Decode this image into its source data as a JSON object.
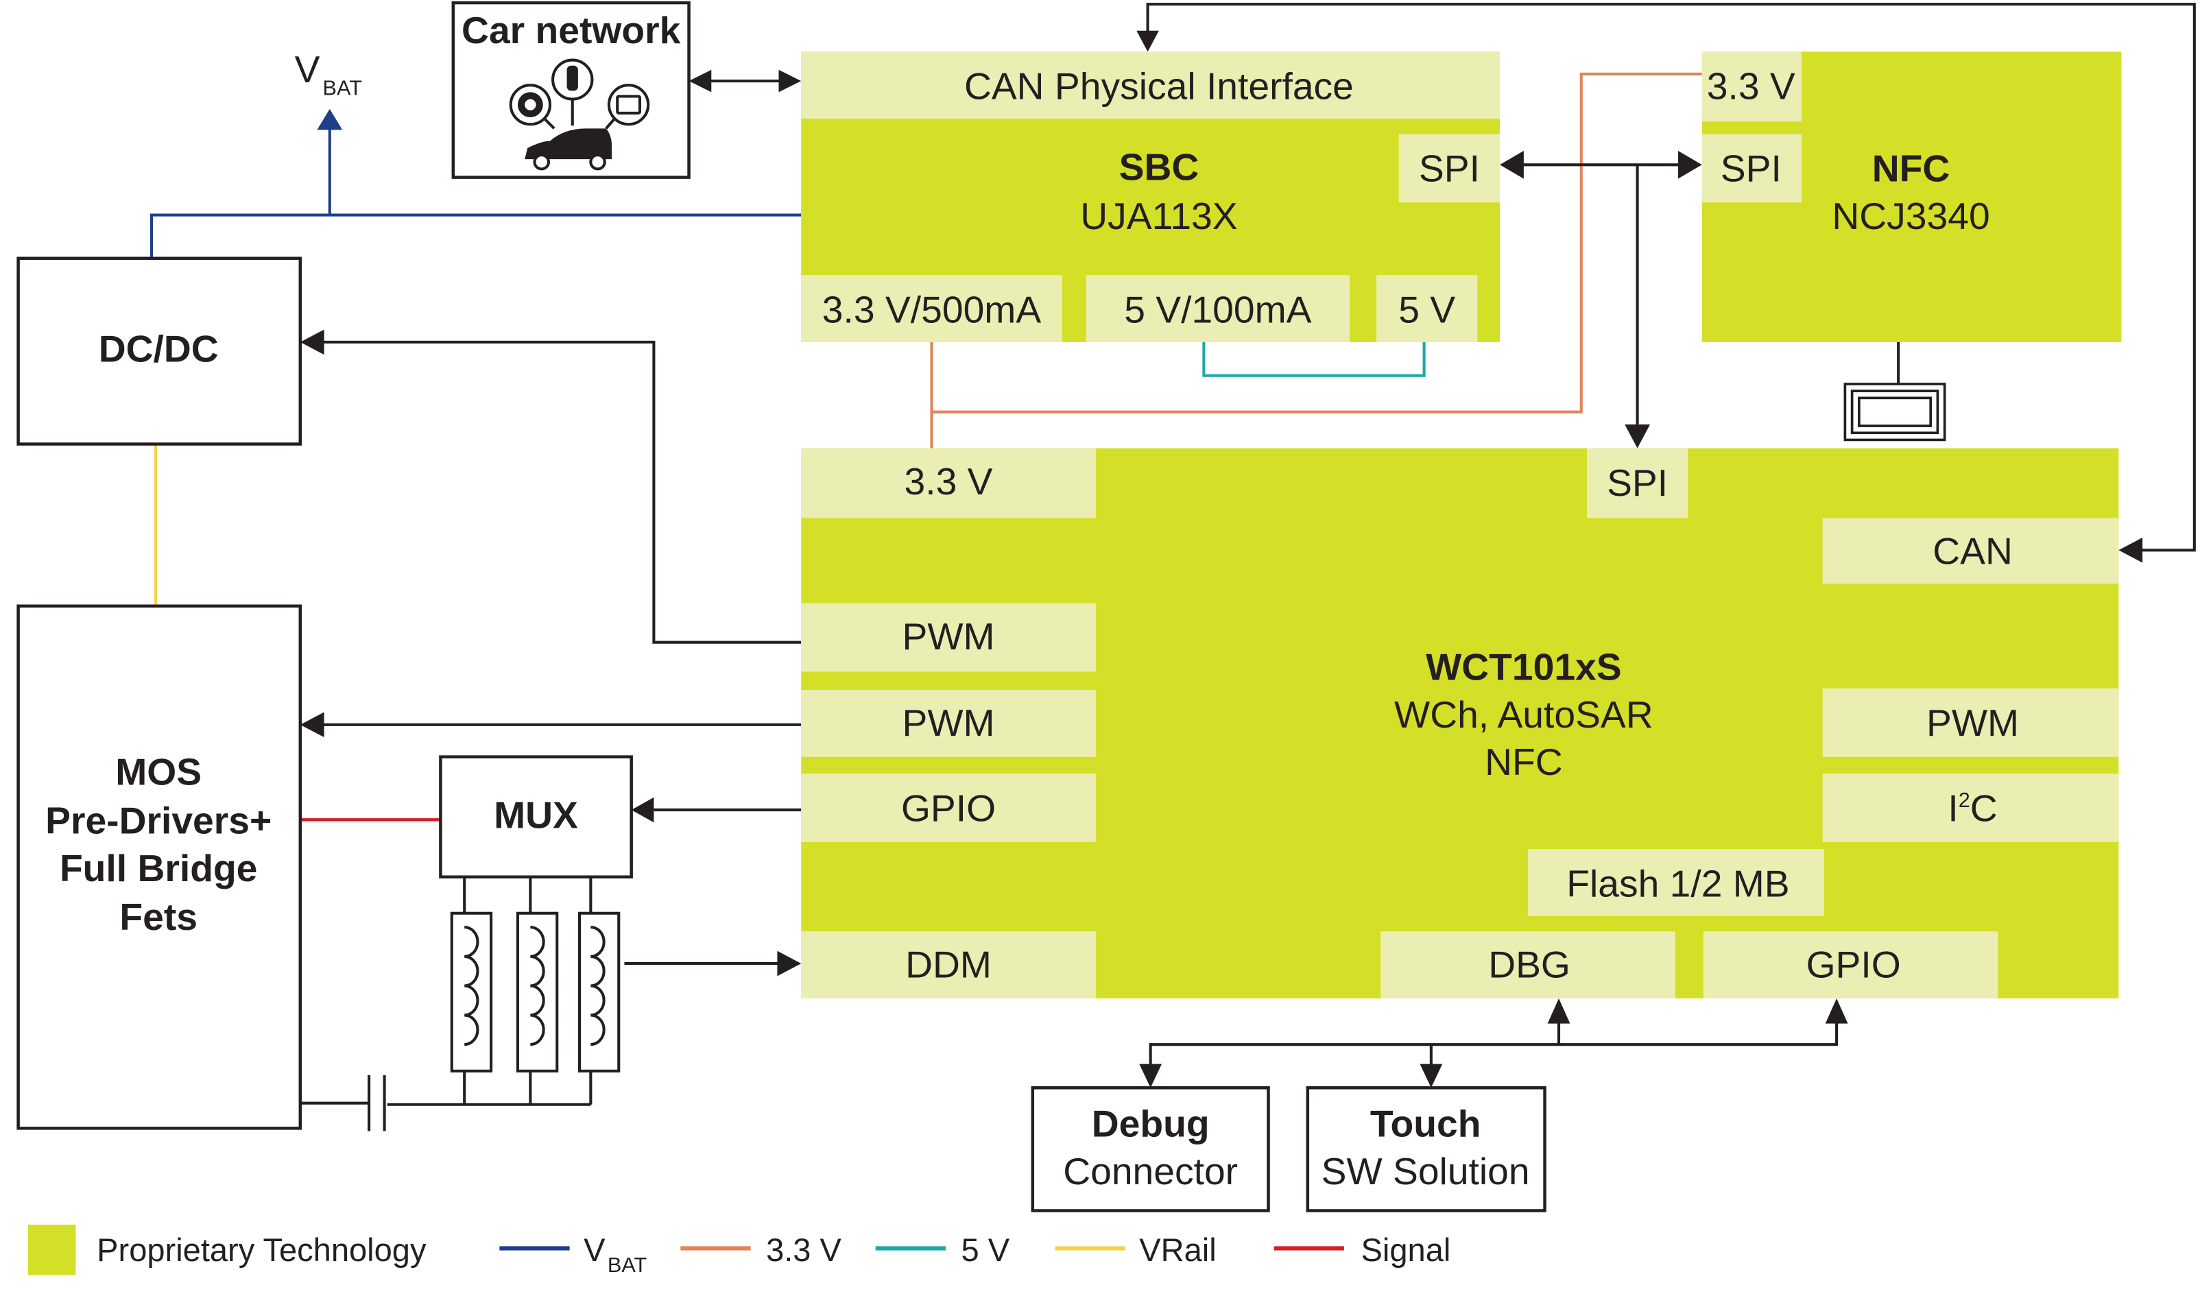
{
  "colors": {
    "proprietary": "#d4df27",
    "pad": "#ebeeb3",
    "vbat": "#1f3f8a",
    "v33": "#e0845a",
    "v5": "#1aa9a8",
    "vrail": "#f5d24b",
    "signal": "#d42027",
    "line": "#231f20"
  },
  "vbat_label": {
    "main": "V",
    "sub": "BAT"
  },
  "car_network": {
    "title": "Car network",
    "icon": "car-network-icon"
  },
  "sbc": {
    "title": "SBC",
    "part": "UJA113X",
    "can_interface": "CAN Physical Interface",
    "spi": "SPI",
    "outputs": [
      "3.3 V/500mA",
      "5 V/100mA",
      "5 V"
    ]
  },
  "nfc": {
    "title": "NFC",
    "part": "NCJ3340",
    "supply": "3.3 V",
    "spi": "SPI",
    "antenna_icon": "nfc-antenna-icon"
  },
  "wct": {
    "title": "WCT101xS",
    "line2": "WCh, AutoSAR",
    "line3": "NFC",
    "left_pads": [
      "3.3 V",
      "PWM",
      "PWM",
      "GPIO",
      "DDM"
    ],
    "top_pad": "SPI",
    "right_pads": {
      "can": "CAN",
      "pwm": "PWM",
      "i2c_main": "I",
      "i2c_sup": "2",
      "i2c_tail": "C"
    },
    "flash": "Flash 1/2 MB",
    "bottom_pads": [
      "DBG",
      "GPIO"
    ]
  },
  "dcdc": {
    "title": "DC/DC"
  },
  "mos": {
    "lines": [
      "MOS",
      "Pre-Drivers+",
      "Full Bridge",
      "Fets"
    ]
  },
  "mux": {
    "title": "MUX"
  },
  "debug": {
    "title": "Debug",
    "subtitle": "Connector"
  },
  "touch": {
    "title": "Touch",
    "subtitle": "SW Solution"
  },
  "legend": {
    "items": [
      {
        "label": "Proprietary Technology",
        "kind": "swatch",
        "color": "#d4df27"
      },
      {
        "label": "V",
        "sub": "BAT",
        "kind": "line",
        "color": "#1f3f8a"
      },
      {
        "label": "3.3 V",
        "kind": "line",
        "color": "#e0845a"
      },
      {
        "label": "5 V",
        "kind": "line",
        "color": "#1aa9a8"
      },
      {
        "label": "VRail",
        "kind": "line",
        "color": "#f5d24b"
      },
      {
        "label": "Signal",
        "kind": "line",
        "color": "#d42027"
      }
    ]
  }
}
